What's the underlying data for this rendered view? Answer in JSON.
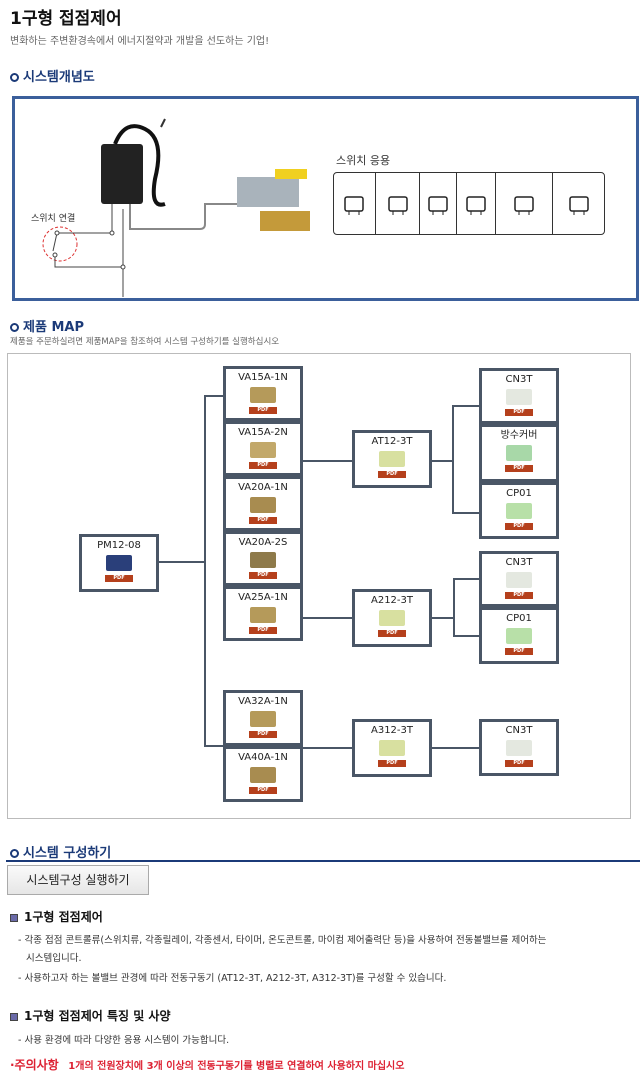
{
  "header": {
    "title": "1구형 접점제어",
    "subtitle": "변화하는 주변환경속에서 에너지절약과 개발을 선도하는 기업!"
  },
  "concept": {
    "heading": "시스템개념도",
    "switch_connect_label": "스위치 연결",
    "switch_apps_label": "스위치 응용",
    "apps": [
      "micro-switch-icon",
      "rocker-switch-icon",
      "relay-icon",
      "ic-chip-icon",
      "timer-icon",
      "thermostat-icon"
    ]
  },
  "map": {
    "heading": "제품 MAP",
    "description": "제품을 주문하실려면 제품MAP을 참조하여 시스템 구성하기를 실행하십시오",
    "pdf_label": "PDF",
    "products": [
      {
        "name": "PM12-08",
        "color": "#2a3f7a"
      },
      {
        "name": "VA15A-1N",
        "color": "#b59a5a"
      },
      {
        "name": "VA15A-2N",
        "color": "#c2a86a"
      },
      {
        "name": "VA20A-1N",
        "color": "#a88c50"
      },
      {
        "name": "VA20A-2S",
        "color": "#8e7a4a"
      },
      {
        "name": "VA25A-1N",
        "color": "#b59a5a"
      },
      {
        "name": "VA32A-1N",
        "color": "#b59a5a"
      },
      {
        "name": "VA40A-1N",
        "color": "#a88c50"
      },
      {
        "name": "AT12-3T",
        "color": "#d8e0a0"
      },
      {
        "name": "A212-3T",
        "color": "#d8e0a0"
      },
      {
        "name": "A312-3T",
        "color": "#d8e0a0"
      },
      {
        "name": "CN3T",
        "color": "#e4e8e0"
      },
      {
        "name": "방수커버",
        "color": "#a8d8a8"
      },
      {
        "name": "CP01",
        "color": "#b8e0a8"
      },
      {
        "name": "CN3T",
        "color": "#e4e8e0"
      },
      {
        "name": "CP01",
        "color": "#b8e0a8"
      },
      {
        "name": "CN3T",
        "color": "#e4e8e0"
      }
    ]
  },
  "config": {
    "heading": "시스템 구성하기",
    "run_button": "시스템구성 실행하기",
    "s1_title": "1구형 접점제어",
    "s1_line1": "- 각종 접점 콘트롤류(스위치류, 각종릴레이, 각종센서, 타이머, 온도콘트롤, 마이컴 제어출력단 등)을 사용하여 전동볼밸브를 제어하는",
    "s1_line1b": "시스템입니다.",
    "s1_line2": "- 사용하고자 하는 볼밸브 관경에 따라 전동구동기 (AT12-3T, A212-3T, A312-3T)를 구성할 수 있습니다.",
    "s2_title": "1구형 접점제어 특징 및 사양",
    "s2_line1": "- 사용 환경에 따라 다양한 응용 시스템이 가능합니다.",
    "warn_label": "·주의사항",
    "warn_text": "1개의 전원장치에 3개 이상의 전동구동기를 병렬로 연결하여 사용하지 마십시오"
  }
}
